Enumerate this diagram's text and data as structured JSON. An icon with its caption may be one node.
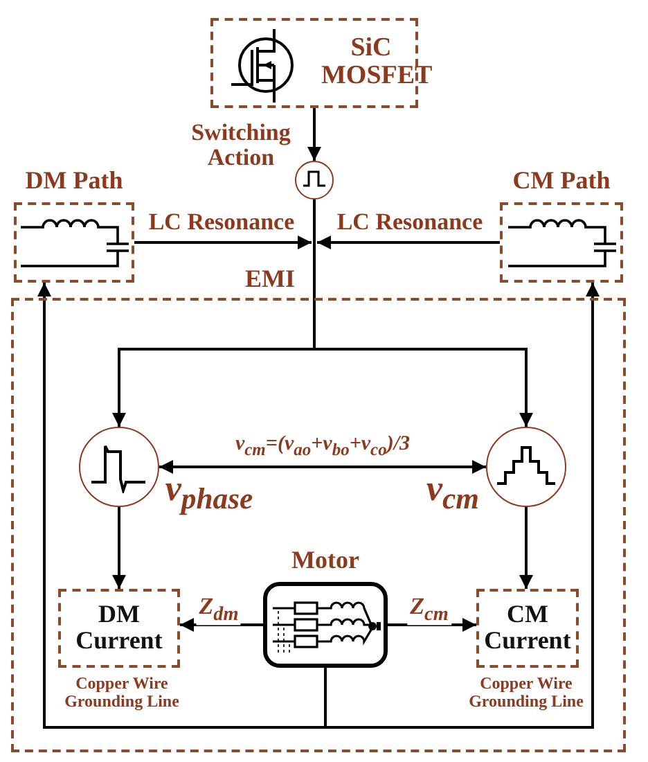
{
  "diagram": {
    "nodes": [
      {
        "text": [
          "SiC MOSFET"
        ]
      },
      {
        "text": [],
        "shape": "circle",
        "beside": [
          "Switching Action"
        ]
      },
      {
        "text": [
          "DM Path"
        ]
      },
      {
        "text": [
          "CM Path"
        ]
      },
      {
        "text": [
          "EMI"
        ]
      },
      {
        "text": [],
        "shape": "circle",
        "beside": [
          "v$_{phase}$"
        ],
        "in": 4
      },
      {
        "text": [],
        "shape": "circle",
        "beside": [
          "v$_{cm}$"
        ],
        "in": 4
      },
      {
        "text": [
          "DM Current"
        ],
        "beside": [
          "Copper Wire Grounding Line"
        ],
        "in": 4
      },
      {
        "text": [
          "Motor"
        ],
        "in": 4
      },
      {
        "text": [
          "CM Current"
        ],
        "beside": [
          "Copper Wire Grounding Line"
        ],
        "in": 4
      }
    ],
    "edges": [
      {
        "from": 0,
        "to": 1,
        "arrow": "to"
      },
      {
        "from": 2,
        "to": 4,
        "arrow": "to",
        "label": "LC Resonance"
      },
      {
        "from": 3,
        "to": 4,
        "arrow": "to",
        "label": "LC Resonance"
      },
      {
        "from": 1,
        "to": 5,
        "arrow": "to"
      },
      {
        "from": 1,
        "to": 6,
        "arrow": "to"
      },
      {
        "from": 5,
        "to": 6,
        "arrow": "both",
        "label": "v$_{cm}$=(v$_{ao}$+v$_{bo}$+v$_{co}$)/3"
      },
      {
        "from": 5,
        "to": 7,
        "arrow": "to"
      },
      {
        "from": 6,
        "to": 9,
        "arrow": "to"
      },
      {
        "from": 8,
        "to": 7,
        "arrow": "to",
        "label": "Z$_{dm}$"
      },
      {
        "from": 8,
        "to": 9,
        "arrow": "to",
        "label": "Z$_{cm}$"
      },
      {
        "from": 8,
        "to": 2,
        "arrow": "to"
      },
      {
        "from": 8,
        "to": 3,
        "arrow": "to"
      }
    ]
  }
}
